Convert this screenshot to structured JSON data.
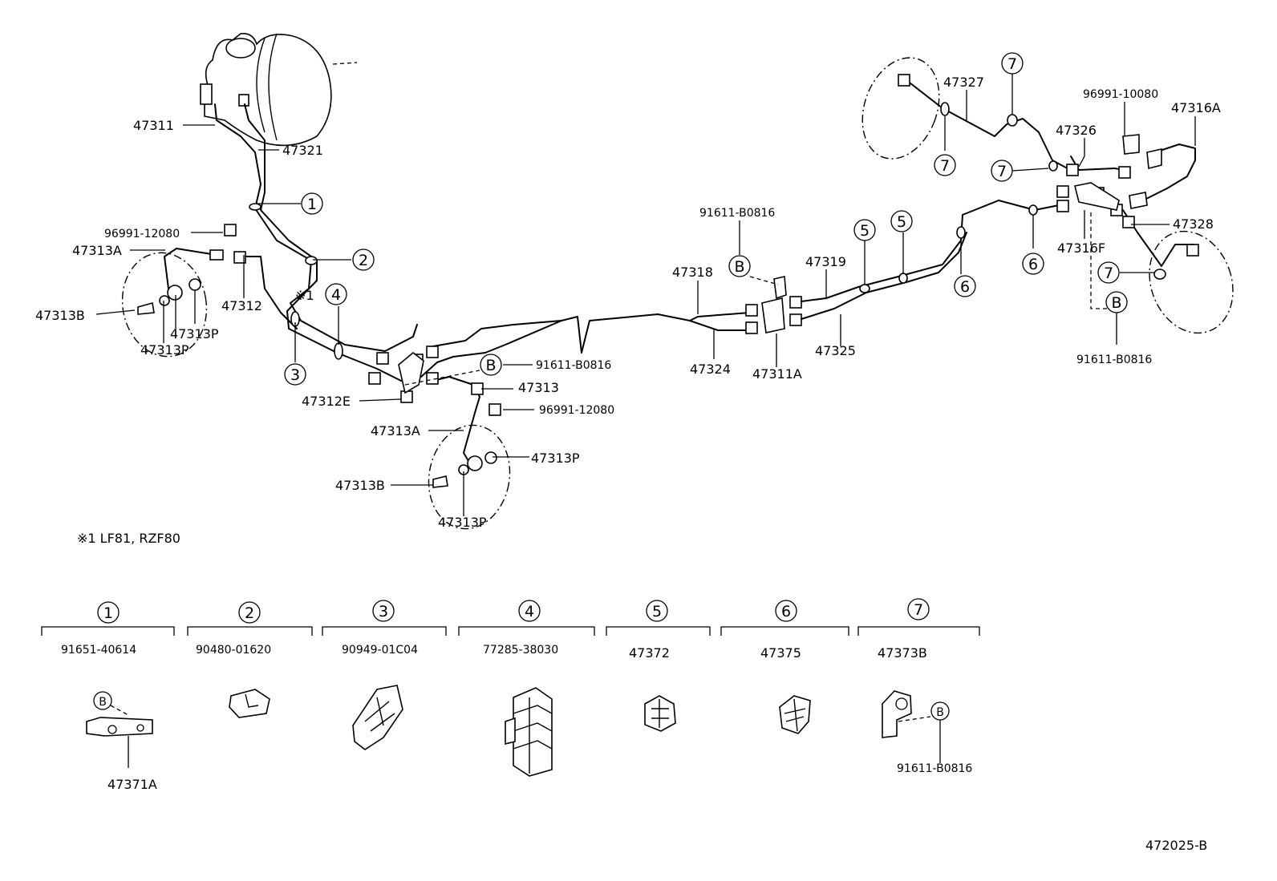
{
  "labels": {
    "p47311": "47311",
    "p47321": "47321",
    "p96991_12080_a": "96991-12080",
    "p47313A_a": "47313A",
    "p47312": "47312",
    "note_ref": "※1",
    "p47313B_a": "47313B",
    "p47313P_a1": "47313P",
    "p47313P_a2": "47313P",
    "p47312E": "47312E",
    "p91611_a": "91611-B0816",
    "p47313": "47313",
    "p96991_12080_b": "96991-12080",
    "p47313A_b": "47313A",
    "p47313P_b1": "47313P",
    "p47313B_b": "47313B",
    "p47313P_b2": "47313P",
    "p91611_b": "91611-B0816",
    "p47318": "47318",
    "p47324": "47324",
    "p47311A": "47311A",
    "p47319": "47319",
    "p47325": "47325",
    "p47327": "47327",
    "p96991_10080": "96991-10080",
    "p47316A": "47316A",
    "p47326": "47326",
    "p47328": "47328",
    "p47316F": "47316F",
    "p91611_c": "91611-B0816",
    "footnote": "※1 LF81, RZF80",
    "diagram_id": "472025-B"
  },
  "callouts": {
    "n1": "1",
    "n2": "2",
    "n3": "3",
    "n4": "4",
    "n5a": "5",
    "n5b": "5",
    "n6a": "6",
    "n6b": "6",
    "n7a": "7",
    "n7b": "7",
    "n7c": "7",
    "n7d": "7",
    "b1": "B",
    "b2": "B",
    "b3": "B"
  },
  "legend": [
    {
      "num": "1",
      "part": "91651-40614",
      "sub": "47371A",
      "ref": "B"
    },
    {
      "num": "2",
      "part": "90480-01620"
    },
    {
      "num": "3",
      "part": "90949-01C04"
    },
    {
      "num": "4",
      "part": "77285-38030"
    },
    {
      "num": "5",
      "part": "47372"
    },
    {
      "num": "6",
      "part": "47375"
    },
    {
      "num": "7",
      "part": "47373B",
      "sub": "91611-B0816",
      "ref": "B"
    }
  ]
}
